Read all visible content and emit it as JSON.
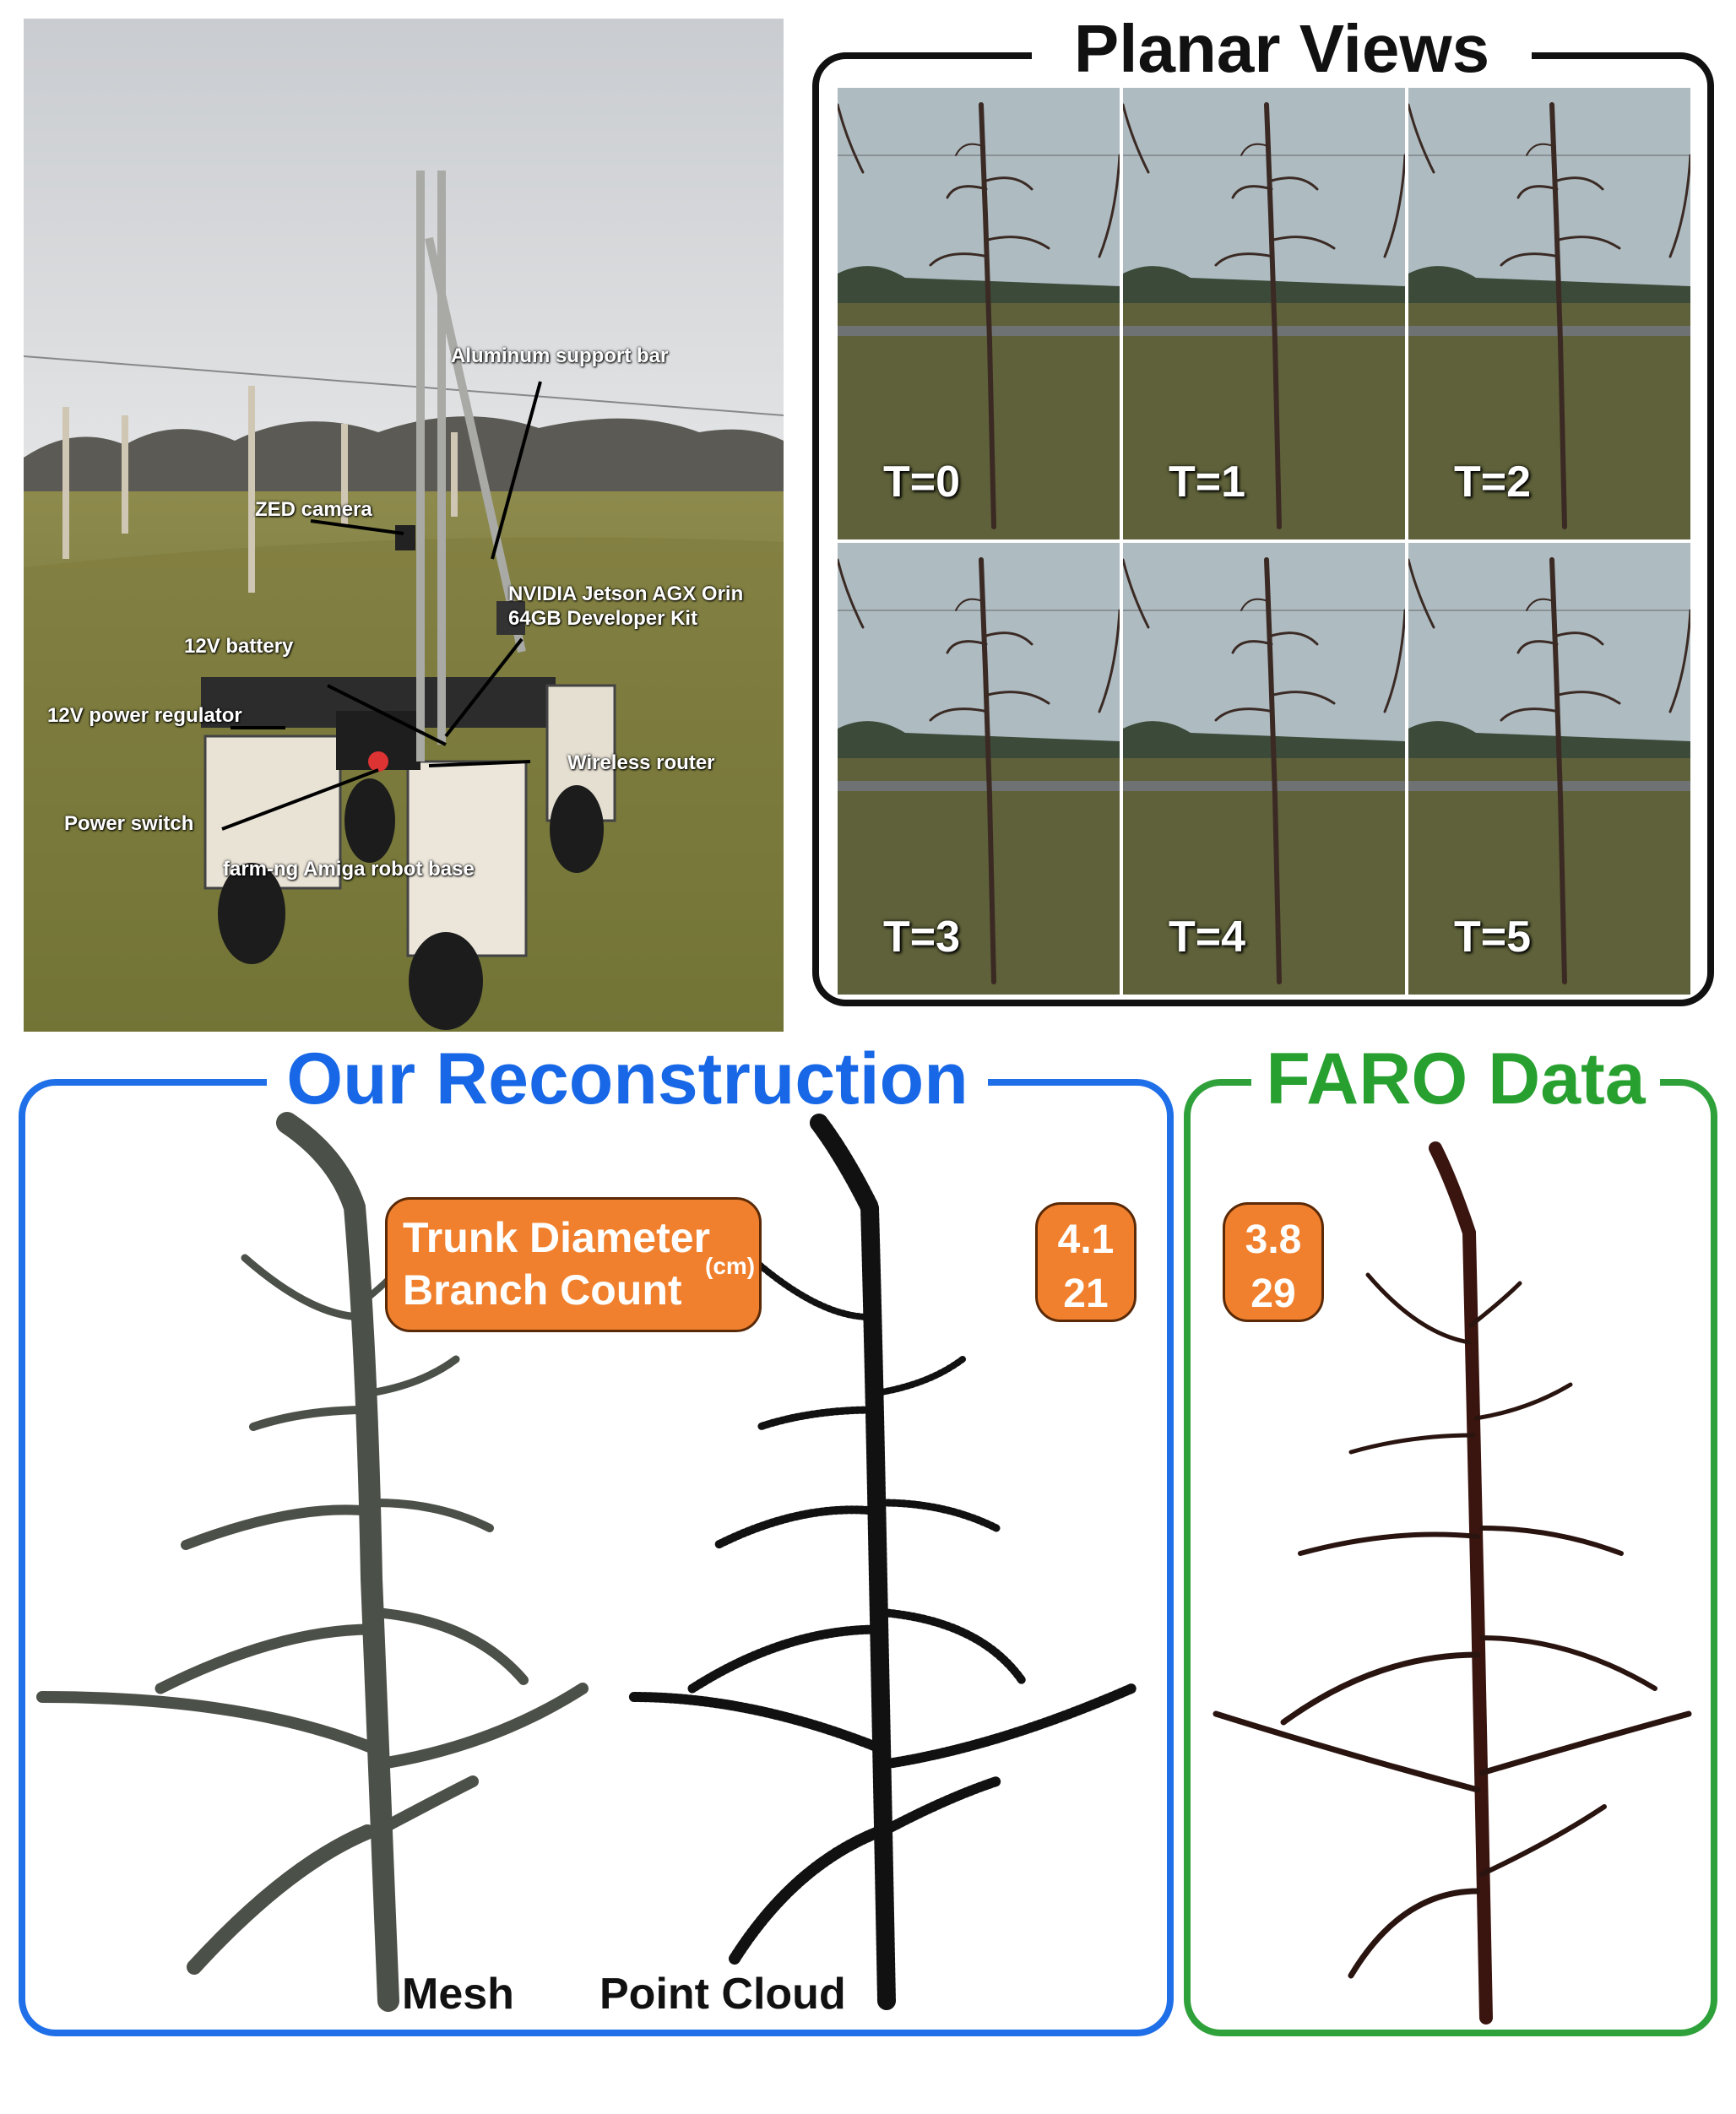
{
  "robot_photo": {
    "labels": {
      "support_bar": "Aluminum support bar",
      "zed": "ZED camera",
      "jetson": "NVIDIA Jetson AGX Orin\n64GB Developer Kit",
      "battery": "12V battery",
      "regulator": "12V power regulator",
      "router": "Wireless router",
      "power_switch": "Power switch",
      "base": "farm-ng Amiga robot base"
    }
  },
  "planar_views": {
    "title": "Planar Views",
    "frames": [
      "T=0",
      "T=1",
      "T=2",
      "T=3",
      "T=4",
      "T=5"
    ]
  },
  "reconstruction": {
    "title": "Our Reconstruction",
    "metric_labels": {
      "trunk": "Trunk Diameter",
      "branch": "Branch Count",
      "unit": "(cm)"
    },
    "values": {
      "trunk_diameter": "4.1",
      "branch_count": "21"
    },
    "captions": {
      "mesh": "Mesh",
      "point_cloud": "Point Cloud"
    }
  },
  "faro": {
    "title": "FARO Data",
    "values": {
      "trunk_diameter": "3.8",
      "branch_count": "29"
    }
  },
  "colors": {
    "recon_blue": "#1f6fe8",
    "faro_green": "#2fa13a",
    "badge_orange": "#f0802d"
  }
}
